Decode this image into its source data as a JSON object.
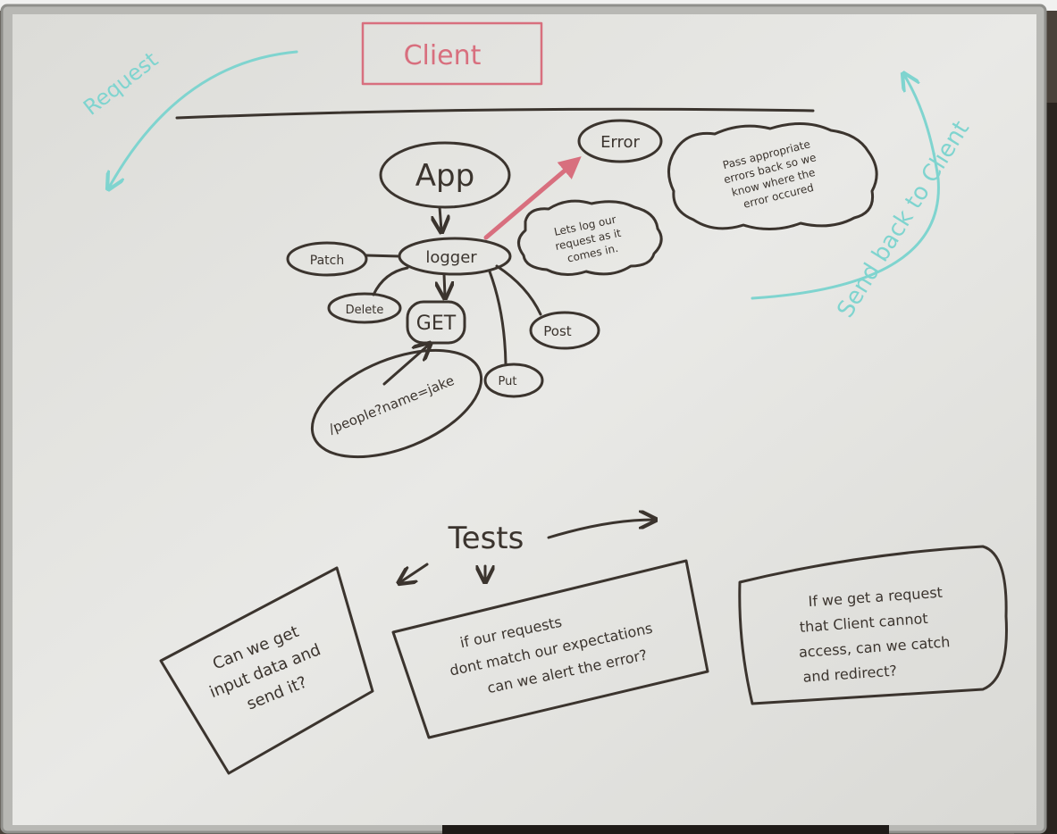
{
  "board": {
    "client": "Client",
    "request": "Request",
    "send_back": "Send back to Client",
    "nodes": {
      "app": "App",
      "logger": "logger",
      "error": "Error",
      "patch": "Patch",
      "delete": "Delete",
      "get": "GET",
      "post": "Post",
      "put": "Put",
      "query": "/people?name=jake"
    },
    "notes": {
      "logger_note": [
        "Lets log our",
        "request as it",
        "comes in."
      ],
      "error_note": [
        "Pass appropriate",
        "errors back so we",
        "know where the",
        "error occured"
      ]
    },
    "tests": {
      "title": "Tests",
      "box1": [
        "Can we get",
        "input data and",
        "send it?"
      ],
      "box2": [
        "if our requests",
        "dont match our expectations",
        "can we alert the error?"
      ],
      "box3": [
        "If we get a request",
        "that Client cannot",
        "access, can we catch",
        "and redirect?"
      ]
    }
  },
  "colors": {
    "ink": "#3b342e",
    "red": "#d86f7e",
    "teal": "#7fd4cf",
    "board": "#e7e7e4"
  }
}
